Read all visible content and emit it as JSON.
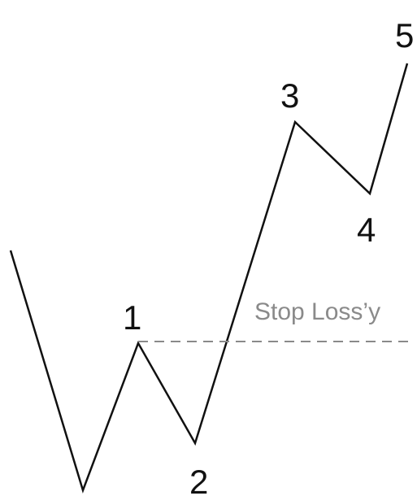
{
  "diagram": {
    "wave_labels": [
      "1",
      "2",
      "3",
      "4",
      "5"
    ],
    "stop_loss_label": "Stop Loss’y",
    "colors": {
      "wave_line": "#111111",
      "wave_label": "#111111",
      "stop_loss": "#8a8a8a"
    }
  }
}
